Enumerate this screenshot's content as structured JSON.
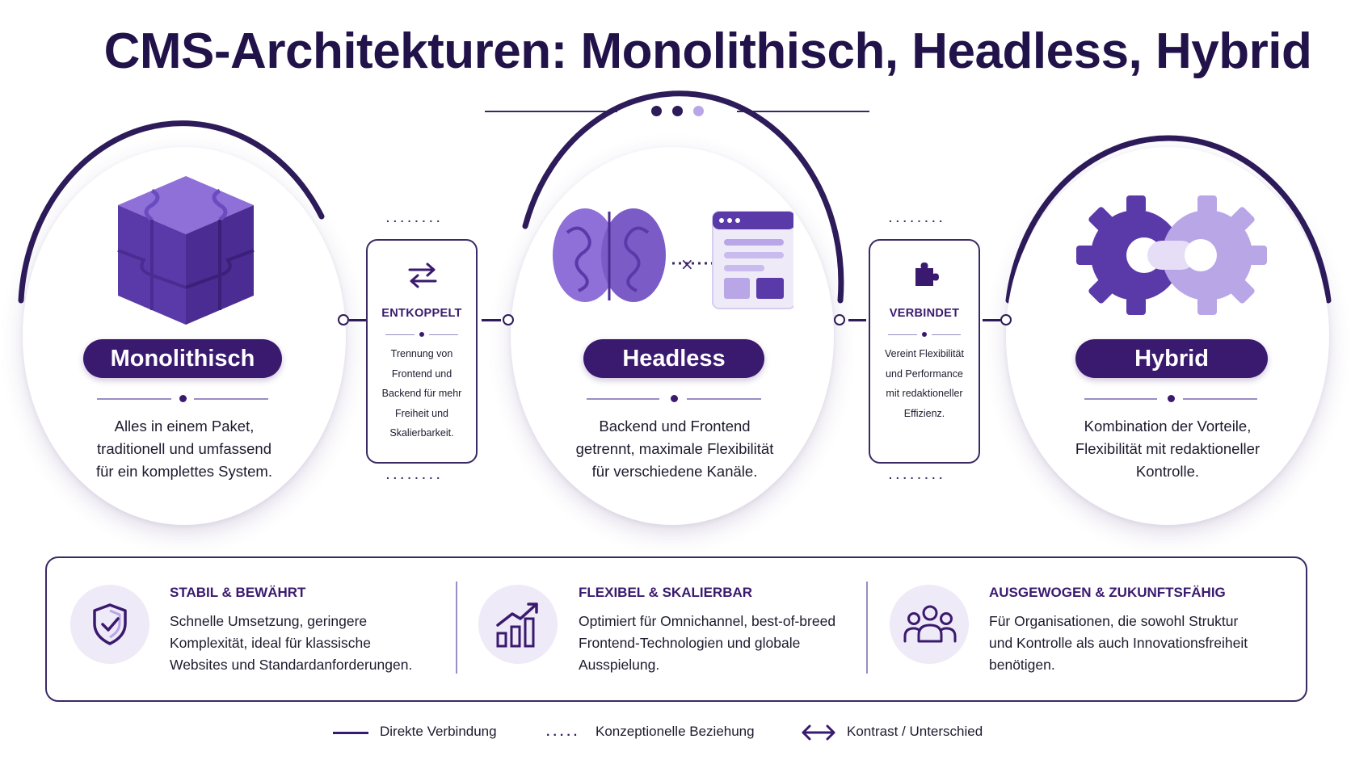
{
  "title": "CMS-Architekturen: Monolithisch, Headless, Hybrid",
  "colors": {
    "primary": "#3a1a6e",
    "accent": "#7b5cc7",
    "light": "#b9a6e6",
    "bg_soft": "#efeaf7"
  },
  "architectures": [
    {
      "name": "Monolithisch",
      "icon": "puzzle-cube-icon",
      "description": [
        "Alles in einem Paket,",
        "traditionell und umfassend",
        "für ein komplettes System."
      ]
    },
    {
      "name": "Headless",
      "icon": "brain-and-browser-icon",
      "description": [
        "Backend und Frontend",
        "getrennt, maximale Flexibilität",
        "für verschiedene Kanäle."
      ]
    },
    {
      "name": "Hybrid",
      "icon": "interlocking-gears-icon",
      "description": [
        "Kombination der Vorteile,",
        "Flexibilität mit redaktioneller",
        "Kontrolle."
      ]
    }
  ],
  "connectors": [
    {
      "title": "ENTKOPPELT",
      "icon": "swap-arrows-icon",
      "text": [
        "Trennung von",
        "Frontend und",
        "Backend für mehr",
        "Freiheit und",
        "Skalierbarkeit."
      ]
    },
    {
      "title": "VERBINDET",
      "icon": "puzzle-piece-icon",
      "text": [
        "Vereint Flexibilität",
        "und Performance",
        "mit redaktioneller",
        "Effizienz."
      ]
    }
  ],
  "features": [
    {
      "title": "STABIL & BEWÄHRT",
      "icon": "shield-check-icon",
      "text": [
        "Schnelle Umsetzung, geringere",
        "Komplexität, ideal für klassische",
        "Websites und Standardanforderungen."
      ]
    },
    {
      "title": "FLEXIBEL & SKALIERBAR",
      "icon": "growth-chart-icon",
      "text": [
        "Optimiert für Omnichannel, best-of-breed",
        "Frontend-Technologien und globale",
        "Ausspielung."
      ]
    },
    {
      "title": "AUSGEWOGEN & ZUKUNFTSFÄHIG",
      "icon": "team-icon",
      "text": [
        "Für Organisationen, die sowohl Struktur",
        "und Kontrolle als auch Innovationsfreiheit",
        "benötigen."
      ]
    }
  ],
  "legend": [
    {
      "label": "Direkte Verbindung",
      "style": "solid"
    },
    {
      "label": "Konzeptionelle Beziehung",
      "style": "dotted"
    },
    {
      "label": "Kontrast / Unterschied",
      "style": "double-arrow"
    }
  ]
}
